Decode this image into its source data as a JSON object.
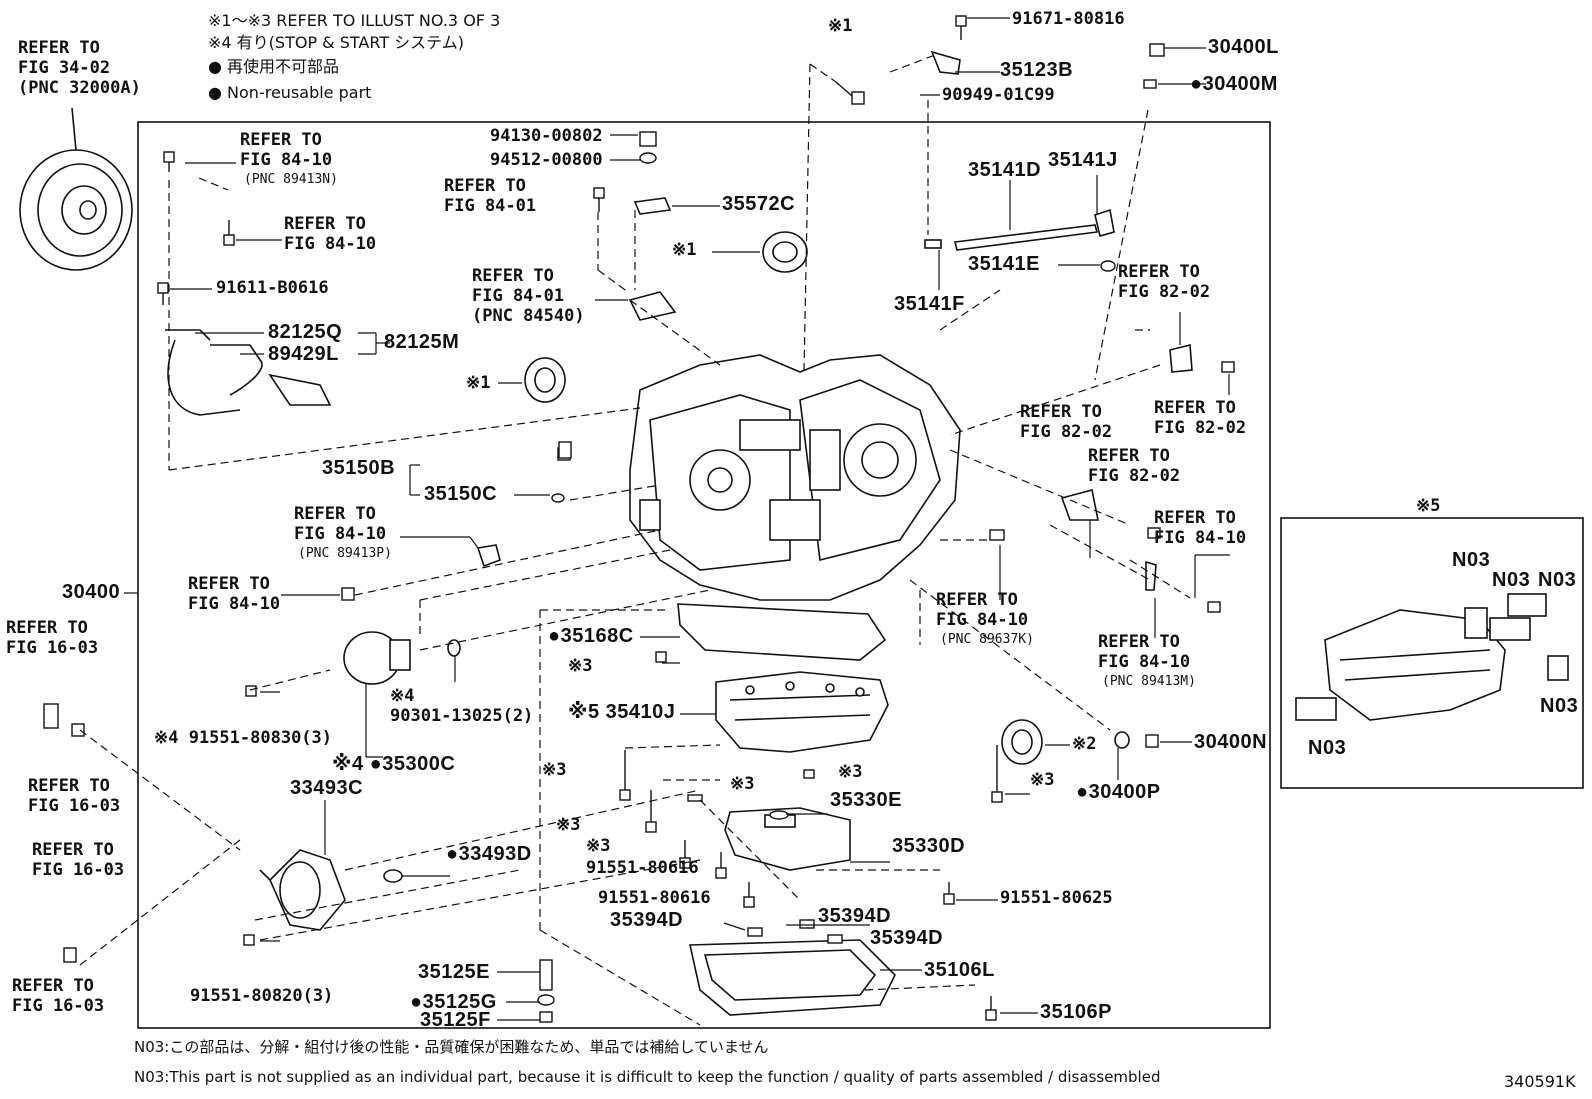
{
  "notes": {
    "line1": "※1～※3 REFER TO ILLUST NO.3 OF 3",
    "line2": "※4 有り(STOP & START システム)",
    "line3": "● 再使用不可部品",
    "line4": "● Non-reusable part"
  },
  "footer": {
    "jp": "N03:この部品は、分解・組付け後の性能・品質確保が困難なため、単品では補給していません",
    "en": "N03:This part is not supplied as an individual part, because it is difficult to keep the function / quality of parts assembled / disassembled",
    "illustration_id": "340591K"
  },
  "labels": {
    "ref_fig34": [
      "REFER TO",
      "FIG 34-02",
      "(PNC 32000A)"
    ],
    "ref_8410_a": [
      "REFER TO",
      "FIG 84-10",
      "(PNC 89413N)"
    ],
    "ref_8410_b": [
      "REFER TO",
      "FIG 84-10"
    ],
    "ref_8401_a": [
      "REFER TO",
      "FIG 84-01"
    ],
    "ref_8401_b": [
      "REFER TO",
      "FIG 84-01",
      "(PNC 84540)"
    ],
    "ref_8202_a": [
      "REFER TO",
      "FIG 82-02"
    ],
    "ref_8202_b": [
      "REFER TO",
      "FIG 82-02"
    ],
    "ref_8202_c": [
      "REFER TO",
      "FIG 82-02"
    ],
    "ref_8202_d": [
      "REFER TO",
      "FIG 82-02"
    ],
    "ref_8410_c": [
      "REFER TO",
      "FIG 84-10",
      "(PNC 89413P)"
    ],
    "ref_8410_d": [
      "REFER TO",
      "FIG 84-10"
    ],
    "ref_8410_e": [
      "REFER TO",
      "FIG 84-10"
    ],
    "ref_8410_f": [
      "REFER TO",
      "FIG 84-10",
      "(PNC 89637K)"
    ],
    "ref_8410_g": [
      "REFER TO",
      "FIG 84-10",
      "(PNC 89413M)"
    ],
    "ref_1603_a": [
      "REFER TO",
      "FIG 16-03"
    ],
    "ref_1603_b": [
      "REFER TO",
      "FIG 16-03"
    ],
    "ref_1603_c": [
      "REFER TO",
      "FIG 16-03"
    ],
    "ref_1603_d": [
      "REFER TO",
      "FIG 16-03"
    ],
    "p_91671": "91671-80816",
    "p_35123B": "35123B",
    "p_90949": "90949-01C99",
    "p_30400L": "30400L",
    "p_30400M": "●30400M",
    "p_94130": "94130-00802",
    "p_94512": "94512-00800",
    "p_35572C": "35572C",
    "p_35141D": "35141D",
    "p_35141J": "35141J",
    "p_35141E": "35141E",
    "p_35141F": "35141F",
    "x1_a": "※1",
    "x1_b": "※1",
    "x1_c": "※1",
    "p_91611": "91611-B0616",
    "p_82125Q": "82125Q",
    "p_82125M": "82125M",
    "p_89429L": "89429L",
    "p_35150B": "35150B",
    "p_35150C": "35150C",
    "p_30400": "30400",
    "p_35168C": "●35168C",
    "x3_a": "※3",
    "p_35410J": "※5 35410J",
    "x4_a": "※4",
    "p_90301": "90301-13025(2)",
    "p_91551_80830": "※4 91551-80830(3)",
    "p_35300C": "※4 ●35300C",
    "p_33493C": "33493C",
    "p_33493D": "●33493D",
    "x3_b": "※3",
    "x3_c": "※3",
    "x3_d": "※3",
    "x3_e": "※3",
    "x3_f": "※3",
    "x3_g": "※3",
    "x2": "※2",
    "p_30400N": "30400N",
    "p_30400P": "●30400P",
    "p_35330E": "35330E",
    "p_35330D": "35330D",
    "p_91551_80616_a": "91551-80616",
    "p_91551_80616_b": "91551-80616",
    "p_91551_80625": "91551-80625",
    "p_35394D_a": "35394D",
    "p_35394D_b": "35394D",
    "p_35394D_c": "35394D",
    "p_35125E": "35125E",
    "p_35125G": "●35125G",
    "p_35125F": "35125F",
    "p_35106L": "35106L",
    "p_35106P": "35106P",
    "p_91551_80820": "91551-80820(3)",
    "inset_mark": "※5",
    "n03_a": "N03",
    "n03_b": "N03",
    "n03_c": "N03",
    "n03_d": "N03",
    "n03_e": "N03"
  },
  "colors": {
    "ink": "#111111",
    "paper": "#ffffff"
  }
}
